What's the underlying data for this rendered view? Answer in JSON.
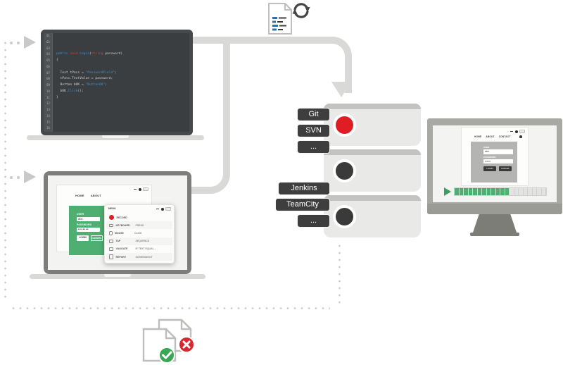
{
  "colors": {
    "accent-green": "#4fae71",
    "status-red": "#e01d22",
    "code-blue": "#3f8fd2",
    "code-red": "#c9473a",
    "label-dark": "#3e3e3e",
    "check-green": "#38a854",
    "cross-red": "#d7282f",
    "pipe-gray": "#d9d9d7",
    "dot-gray": "#cccccc"
  },
  "code_editor": {
    "line_numbers": [
      "01",
      "02",
      "03",
      "04",
      "05",
      "06",
      "07",
      "08",
      "09",
      "10",
      "11",
      "12",
      "13",
      "14",
      "15",
      "16"
    ],
    "lines": [
      [],
      [],
      [],
      [
        [
          "public",
          "b"
        ],
        [
          " ",
          ""
        ],
        [
          "void",
          "r"
        ],
        [
          " ",
          ""
        ],
        [
          "Login",
          "b"
        ],
        [
          "(",
          ""
        ],
        [
          "string",
          "r"
        ],
        [
          " ",
          ""
        ],
        [
          "password)",
          ""
        ]
      ],
      [
        [
          "{",
          ""
        ]
      ],
      [],
      [
        [
          "  Text tPass = ",
          ""
        ],
        [
          "\"PasswordField\"",
          "s"
        ],
        [
          ";",
          ""
        ]
      ],
      [
        [
          "  tPass.TextValue = password;",
          ""
        ]
      ],
      [
        [
          "  Button bOK = ",
          ""
        ],
        [
          "\"ButtonOK\"",
          "s"
        ],
        [
          ";",
          ""
        ]
      ],
      [
        [
          "  bOK.",
          ""
        ],
        [
          "Click",
          "s"
        ],
        [
          "();",
          ""
        ]
      ],
      [
        [
          "}",
          ""
        ]
      ],
      [],
      [],
      [],
      [],
      []
    ]
  },
  "app_laptop": {
    "browser_menu": [
      "HOME",
      "ABOUT"
    ],
    "form": {
      "user_label": "USER",
      "user_value": "abc",
      "password_label": "PASSWORD",
      "password_value": "•••••••",
      "primary_button": "LOGIN",
      "secondary_button": "CANCEL"
    },
    "recorder": {
      "title": "MENU",
      "rows": [
        {
          "icon": "record-icon",
          "label": "RECORD",
          "value": ""
        },
        {
          "icon": "keyboard-icon",
          "label": "KEYBOARD",
          "value": "PRESS"
        },
        {
          "icon": "mouse-icon",
          "label": "MOUSE",
          "value": "CLICK"
        },
        {
          "icon": "tap-icon",
          "label": "TAP",
          "value": "SEQUENCE"
        },
        {
          "icon": "validate-icon",
          "label": "VALIDATE",
          "value": "IF TEXT EQUAL..."
        },
        {
          "icon": "report-icon",
          "label": "REPORT",
          "value": "SCREENSHOT"
        }
      ]
    }
  },
  "servers": {
    "top_labels": [
      "Git",
      "SVN",
      "..."
    ],
    "bottom_labels": [
      "Jenkins",
      "TeamCity",
      "..."
    ],
    "units": [
      {
        "status": "red"
      },
      {
        "status": "dark"
      },
      {
        "status": "dark"
      }
    ]
  },
  "monitor": {
    "browser_menu": [
      "HOME",
      "ABOUT",
      "CONTACT"
    ],
    "form": {
      "user_label": "USER",
      "user_value": "abc",
      "password_label": "PASSWORD",
      "password_value": "••••••",
      "primary_button": "LOGIN",
      "secondary_button": "CANCEL"
    },
    "progress": {
      "segments_total": 20,
      "segments_filled": 12
    }
  }
}
